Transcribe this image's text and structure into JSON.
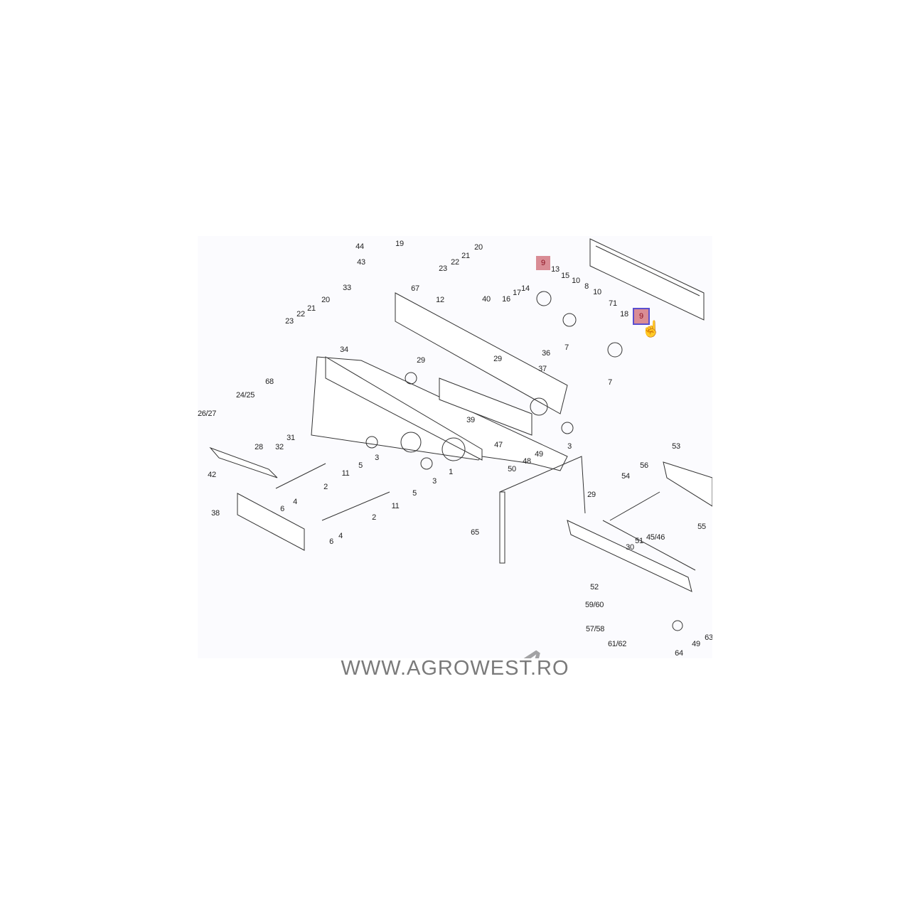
{
  "diagram": {
    "callouts": [
      "44",
      "19",
      "20",
      "21",
      "22",
      "23",
      "43",
      "13",
      "15",
      "10",
      "33",
      "67",
      "14",
      "8",
      "10",
      "12",
      "40",
      "16",
      "17",
      "20",
      "21",
      "71",
      "18",
      "22",
      "23",
      "7",
      "34",
      "36",
      "29",
      "29",
      "37",
      "7",
      "68",
      "24/25",
      "26/27",
      "39",
      "31",
      "28",
      "32",
      "3",
      "47",
      "3",
      "53",
      "49",
      "5",
      "48",
      "1",
      "50",
      "56",
      "42",
      "11",
      "54",
      "3",
      "2",
      "5",
      "4",
      "29",
      "6",
      "11",
      "38",
      "2",
      "4",
      "55",
      "45/46",
      "65",
      "6",
      "51",
      "30",
      "52",
      "59/60",
      "57/58",
      "63",
      "49",
      "61/62",
      "64"
    ],
    "highlighted": [
      "9",
      "9"
    ],
    "watermark": "Agrowest"
  },
  "footer": {
    "url": "WWW.AGROWEST.RO"
  },
  "colors": {
    "highlight": "#d98c95",
    "selection": "#5a4fcf",
    "footer": "#7a7a7a"
  }
}
